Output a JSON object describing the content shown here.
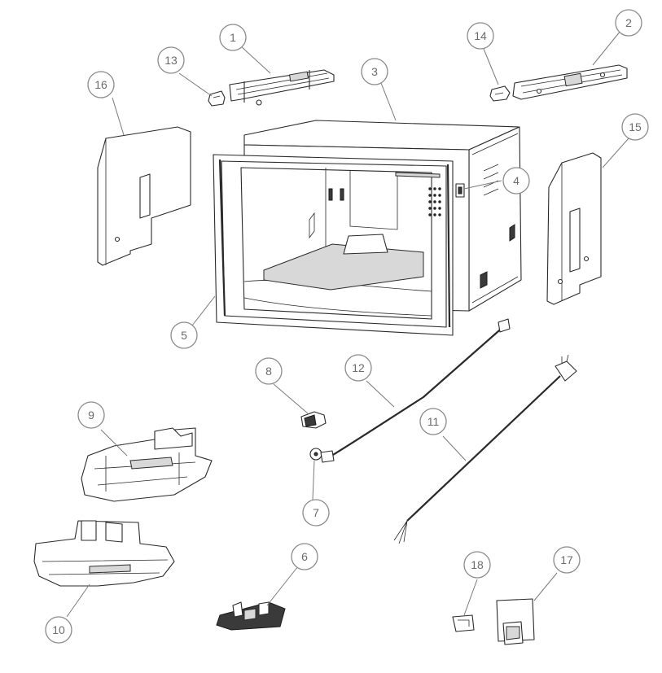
{
  "diagram": {
    "style": {
      "line_color": "#2a2a2a",
      "callout_stroke": "#8a8a8a",
      "callout_text": "#6b6b6b",
      "background": "#ffffff"
    },
    "callouts": [
      {
        "id": "1",
        "label": "1"
      },
      {
        "id": "2",
        "label": "2"
      },
      {
        "id": "3",
        "label": "3"
      },
      {
        "id": "4",
        "label": "4"
      },
      {
        "id": "5",
        "label": "5"
      },
      {
        "id": "6",
        "label": "6"
      },
      {
        "id": "7",
        "label": "7"
      },
      {
        "id": "8",
        "label": "8"
      },
      {
        "id": "9",
        "label": "9"
      },
      {
        "id": "10",
        "label": "10"
      },
      {
        "id": "11",
        "label": "11"
      },
      {
        "id": "12",
        "label": "12"
      },
      {
        "id": "13",
        "label": "13"
      },
      {
        "id": "14",
        "label": "14"
      },
      {
        "id": "15",
        "label": "15"
      },
      {
        "id": "16",
        "label": "16"
      },
      {
        "id": "17",
        "label": "17"
      },
      {
        "id": "18",
        "label": "18"
      }
    ]
  }
}
